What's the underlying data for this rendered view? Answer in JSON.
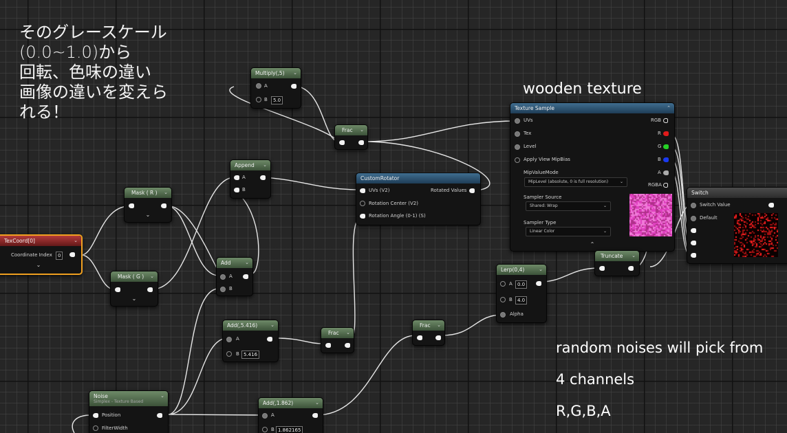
{
  "annotations": {
    "japanese_lines": [
      "そのグレースケール",
      "(0.0~1.0)から",
      "回転、色味の違い",
      "画像の違いを変えら",
      "れる！"
    ],
    "wooden_texture": "wooden texture",
    "noise_lines": [
      "random noises will pick from",
      "4 channels",
      "R,G,B,A"
    ]
  },
  "nodes": {
    "multiply": {
      "title": "Multiply(,5)",
      "pin_a": "A",
      "pin_b": "B",
      "b_value": "5.0"
    },
    "frac1": {
      "title": "Frac"
    },
    "append": {
      "title": "Append",
      "pin_a": "A",
      "pin_b": "B"
    },
    "mask_r": {
      "title": "Mask ( R )"
    },
    "mask_g": {
      "title": "Mask ( G )"
    },
    "texcoord": {
      "title": "TexCoord[0]",
      "coord_label": "Coordinate Index",
      "coord_value": "0"
    },
    "add": {
      "title": "Add",
      "pin_a": "A",
      "pin_b": "B"
    },
    "custom_rotator": {
      "title": "CustomRotator",
      "uvs": "UVs (V2)",
      "center": "Rotation Center (V2)",
      "angle": "Rotation Angle (0-1) (S)",
      "out": "Rotated Values"
    },
    "texture_sample": {
      "title": "Texture Sample",
      "inputs": [
        "UVs",
        "Tex",
        "Level",
        "Apply View MipBias"
      ],
      "outputs": [
        "RGB",
        "R",
        "G",
        "B",
        "A",
        "RGBA"
      ],
      "mip_label": "MipValueMode",
      "mip_value": "MipLevel (absolute, 0 is full resolution)",
      "sampler_source_label": "Sampler Source",
      "sampler_source_value": "Shared: Wrap",
      "sampler_type_label": "Sampler Type",
      "sampler_type_value": "Linear Color"
    },
    "switch": {
      "title": "Switch",
      "switch_value": "Switch Value",
      "default": "Default"
    },
    "truncate": {
      "title": "Truncate"
    },
    "lerp": {
      "title": "Lerp(0,4)",
      "pin_a": "A",
      "a_value": "0.0",
      "pin_b": "B",
      "b_value": "4.0",
      "alpha": "Alpha"
    },
    "add_5416": {
      "title": "Add(,5.416)",
      "pin_a": "A",
      "pin_b": "B",
      "b_value": "5.416"
    },
    "frac2": {
      "title": "Frac"
    },
    "frac3": {
      "title": "Frac"
    },
    "noise": {
      "title": "Noise",
      "subtitle": "Simplex - Texture Based",
      "position": "Position",
      "filter": "FilterWidth"
    },
    "add_1862": {
      "title": "Add(,1.862)",
      "pin_a": "A",
      "pin_b": "B",
      "b_value": "1.862165"
    }
  },
  "colors": {
    "canvas": "#262626",
    "node_body": "#141414",
    "wire": "#e8e8e8",
    "selected": "#f0a020"
  }
}
